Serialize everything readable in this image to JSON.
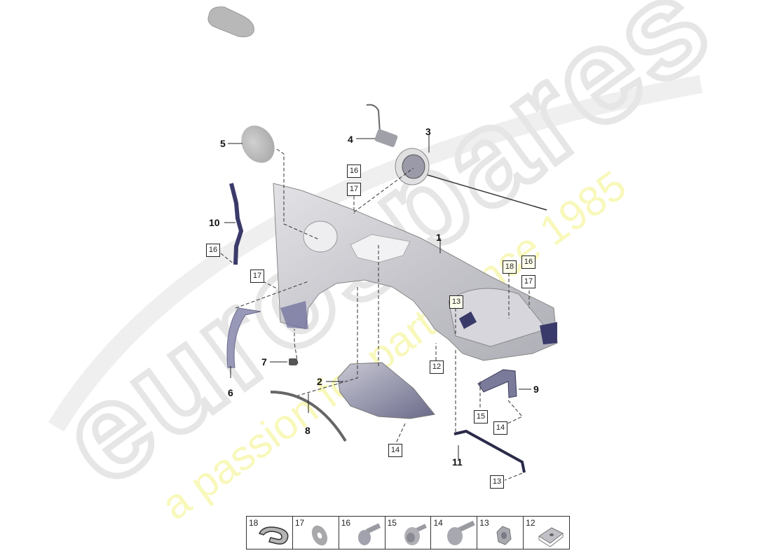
{
  "watermark": {
    "brand": "eurospares",
    "tagline": "a passion for parts since 1985",
    "brand_color": "#e8e8e8",
    "tagline_color": "#f6f6a0"
  },
  "thumbnail": {
    "icon": "car-silhouette-icon"
  },
  "callouts": [
    {
      "id": "1",
      "label": "1"
    },
    {
      "id": "2",
      "label": "2"
    },
    {
      "id": "3",
      "label": "3"
    },
    {
      "id": "4",
      "label": "4"
    },
    {
      "id": "5",
      "label": "5"
    },
    {
      "id": "6",
      "label": "6"
    },
    {
      "id": "7",
      "label": "7"
    },
    {
      "id": "8",
      "label": "8"
    },
    {
      "id": "9",
      "label": "9"
    },
    {
      "id": "10",
      "label": "10"
    },
    {
      "id": "11",
      "label": "11"
    }
  ],
  "boxed_refs": [
    {
      "label": "16"
    },
    {
      "label": "17"
    },
    {
      "label": "16"
    },
    {
      "label": "17"
    },
    {
      "label": "18"
    },
    {
      "label": "16"
    },
    {
      "label": "17"
    },
    {
      "label": "13"
    },
    {
      "label": "12"
    },
    {
      "label": "15"
    },
    {
      "label": "14"
    },
    {
      "label": "14"
    },
    {
      "label": "13"
    }
  ],
  "legend": [
    {
      "num": "18",
      "part": "u-clip"
    },
    {
      "num": "17",
      "part": "washer"
    },
    {
      "num": "16",
      "part": "screw"
    },
    {
      "num": "15",
      "part": "bolt-with-washer"
    },
    {
      "num": "14",
      "part": "flange-bolt"
    },
    {
      "num": "13",
      "part": "hex-nut"
    },
    {
      "num": "12",
      "part": "clip-nut"
    }
  ]
}
